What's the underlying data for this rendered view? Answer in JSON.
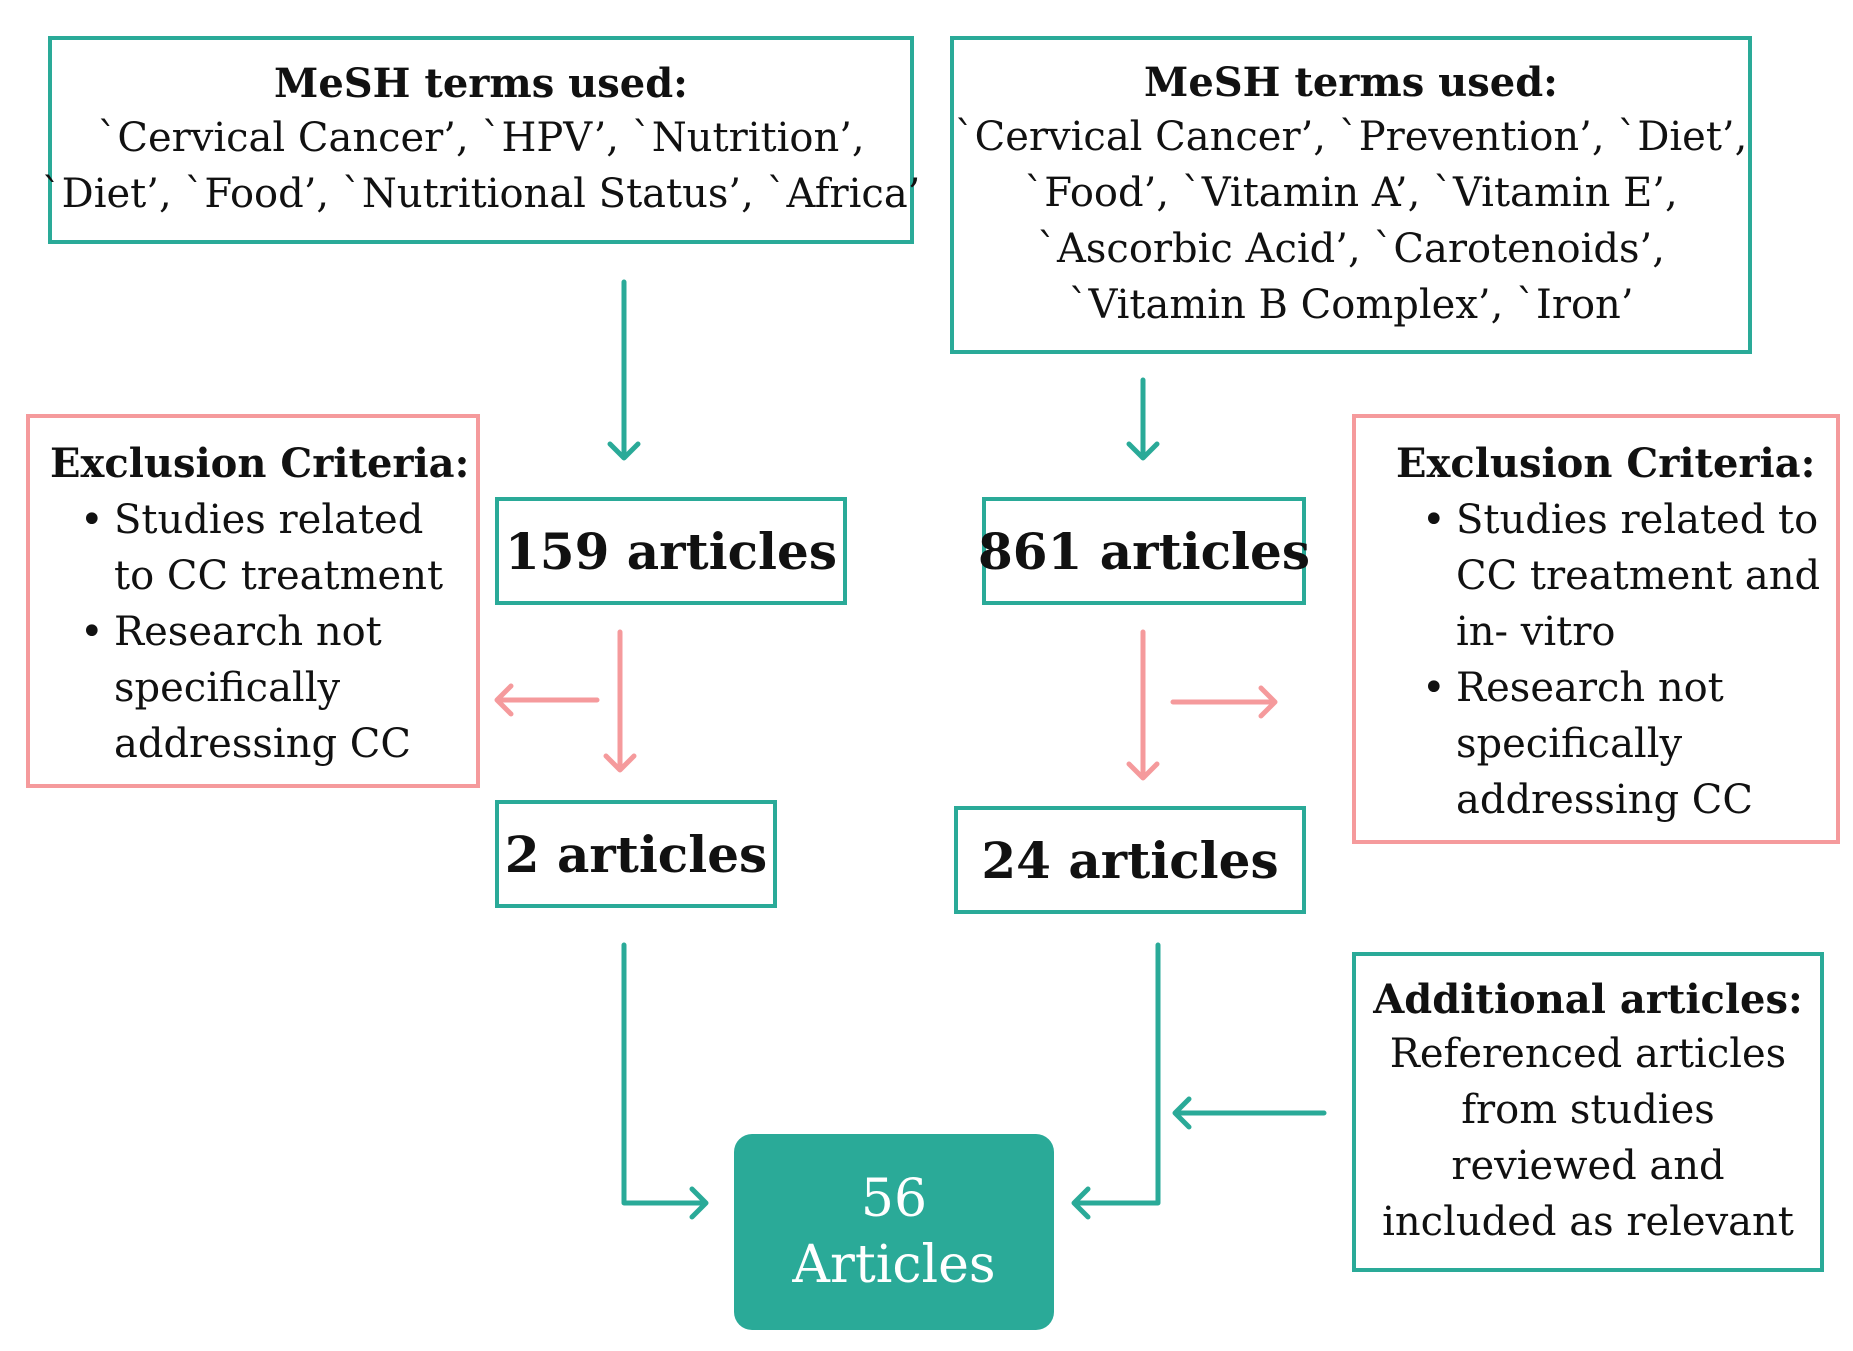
{
  "left_search": {
    "title": "MeSH terms used:",
    "lines": [
      "`Cervical Cancer’, `HPV’, `Nutrition’,",
      "`Diet’, `Food’, `Nutritional Status’, `Africa’"
    ]
  },
  "right_search": {
    "title": "MeSH terms used:",
    "lines": [
      "`Cervical Cancer’, `Prevention’, `Diet’,",
      "`Food’, `Vitamin A’, `Vitamin E’,",
      "`Ascorbic Acid’, `Carotenoids’,",
      "`Vitamin B Complex’, `Iron’"
    ]
  },
  "left_exclusion": {
    "title": "Exclusion Criteria:",
    "items": [
      [
        "Studies related",
        "to CC treatment"
      ],
      [
        "Research not",
        "specifically",
        "addressing CC"
      ]
    ]
  },
  "right_exclusion": {
    "title": "Exclusion Criteria:",
    "items": [
      [
        "Studies related to",
        "CC treatment and",
        "in- vitro"
      ],
      [
        "Research not",
        "specifically",
        "addressing CC"
      ]
    ]
  },
  "counts": {
    "left_initial": "159 articles",
    "right_initial": "861 articles",
    "left_final": "2 articles",
    "right_final": "24 articles"
  },
  "additional": {
    "title": "Additional articles:",
    "lines": [
      "Referenced articles",
      "from studies",
      "reviewed and",
      "included as relevant"
    ]
  },
  "result": {
    "lines": [
      "56",
      "Articles"
    ]
  },
  "colors": {
    "teal": "#2aaa98",
    "pink": "#f59a9c"
  }
}
